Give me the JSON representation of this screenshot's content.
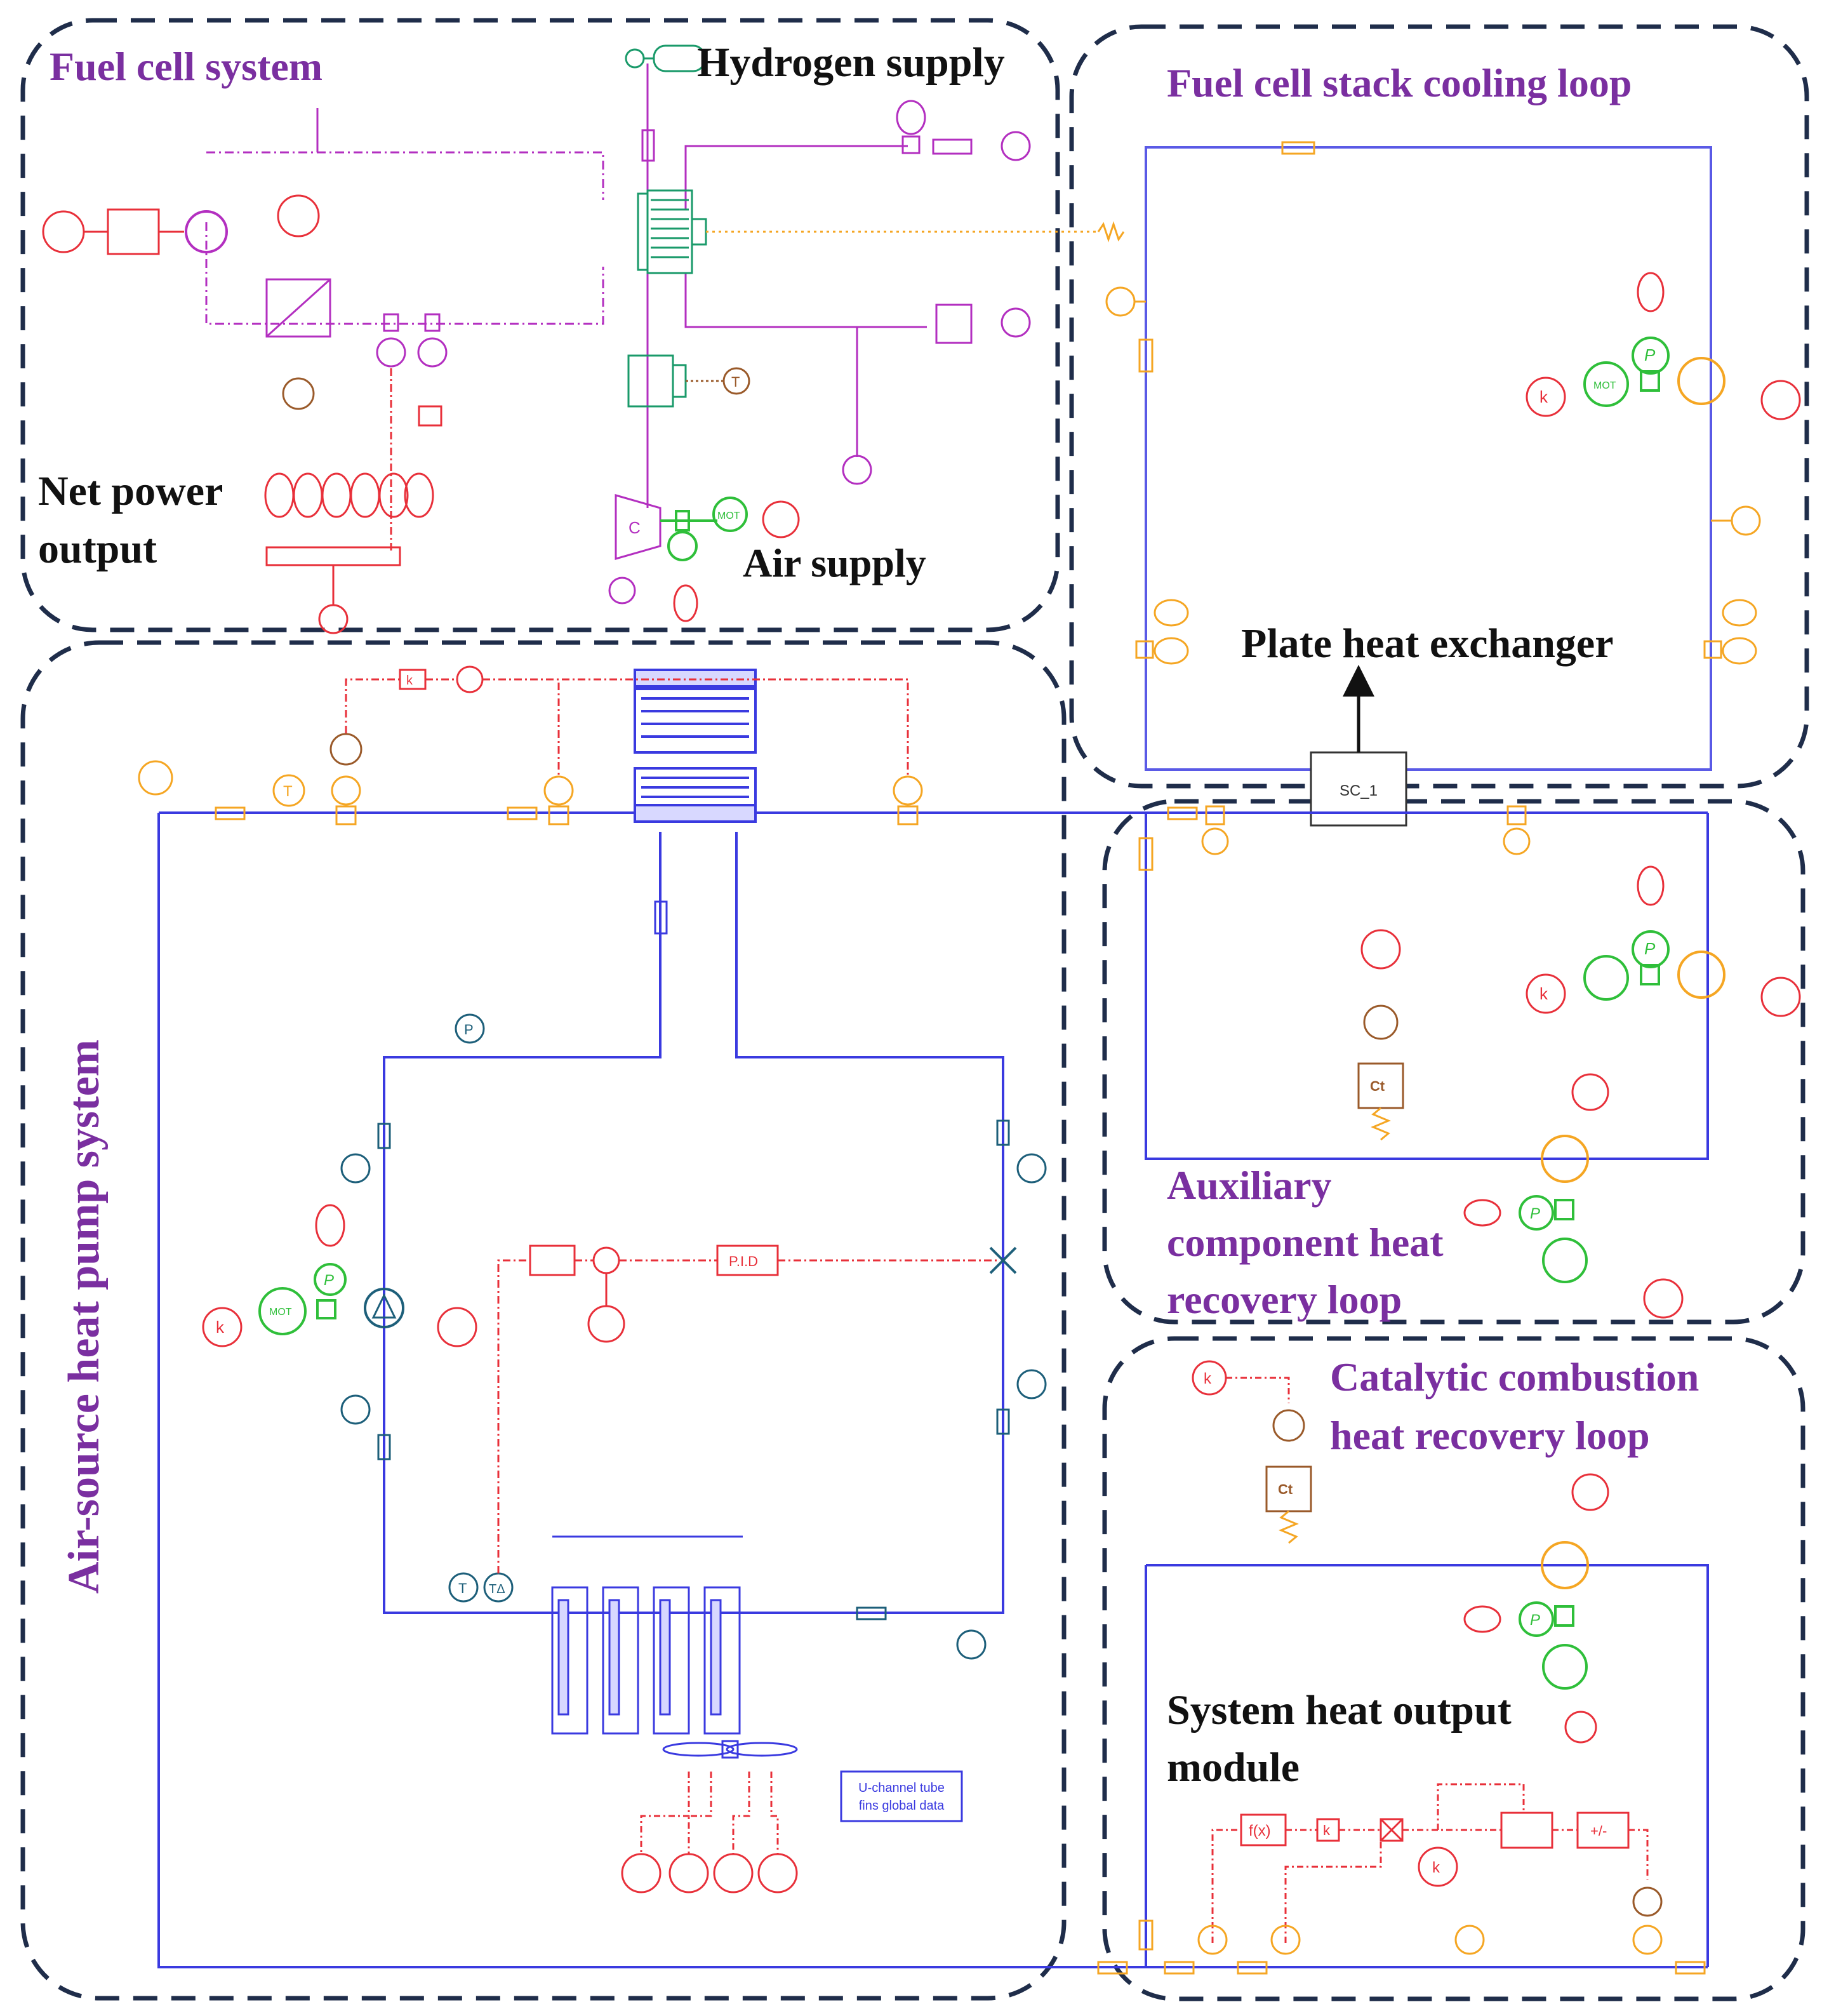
{
  "regions": {
    "fuel_cell_system": "Fuel cell system",
    "stack_cooling_loop": "Fuel cell stack cooling loop",
    "heat_pump": "Air-source heat pump system",
    "aux_recovery": [
      "Auxiliary",
      "component heat",
      "recovery loop"
    ],
    "catalytic_recovery": [
      "Catalytic combustion",
      "heat recovery loop"
    ]
  },
  "annotations": {
    "hydrogen_supply": "Hydrogen supply",
    "air_supply": "Air supply",
    "net_power": [
      "Net power",
      "output"
    ],
    "plate_hx": "Plate heat exchanger",
    "heat_output": [
      "System heat output",
      "module"
    ]
  },
  "component_text": {
    "u_channel": [
      "U-channel tube",
      "fins global data"
    ],
    "pid": "P.I.D",
    "hx_block": "SC_1",
    "ct": "Ct",
    "compressor": "C",
    "fx": "f(x)",
    "k": "k",
    "p": "P",
    "t": "T",
    "ta": "TΔ",
    "mot": "MOT",
    "plusminus": "+/-"
  },
  "colors": {
    "region_border": "#1f2d4a",
    "pipe_blue": "#3a3ae0",
    "fuel_magenta": "#b32fc0",
    "signal_red": "#e8303a",
    "coolant_orange": "#f5a623",
    "sensor_teal": "#1d5f7a",
    "motor_green": "#2fbf3a",
    "thermal_brown": "#9a5a2a",
    "label_purple": "#7a2fa0"
  }
}
